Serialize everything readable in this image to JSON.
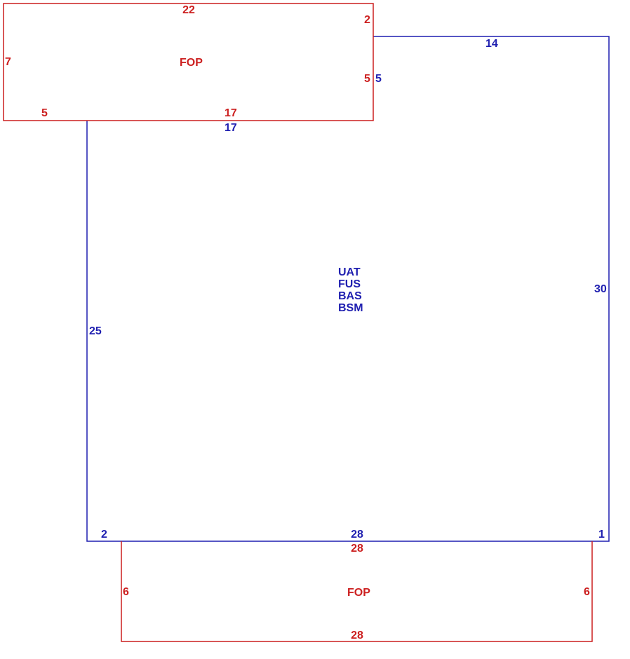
{
  "colors": {
    "main_structure": "#1f1fb0",
    "fop_structure": "#cc1f1f"
  },
  "main_area": {
    "codes": [
      "UAT",
      "FUS",
      "BAS",
      "BSM"
    ],
    "dimensions": {
      "top_right": "14",
      "right_step": "5",
      "top_left": "17",
      "left": "25",
      "right": "30",
      "bottom": "28",
      "bottom_left_corner": "2",
      "bottom_right_corner": "1"
    }
  },
  "fop_top": {
    "label": "FOP",
    "dimensions": {
      "top": "22",
      "right_upper": "2",
      "left": "7",
      "right_lower": "5",
      "bottom_left": "5",
      "bottom_right": "17"
    }
  },
  "fop_bottom": {
    "label": "FOP",
    "dimensions": {
      "top": "28",
      "left": "6",
      "right": "6",
      "bottom": "28"
    }
  }
}
